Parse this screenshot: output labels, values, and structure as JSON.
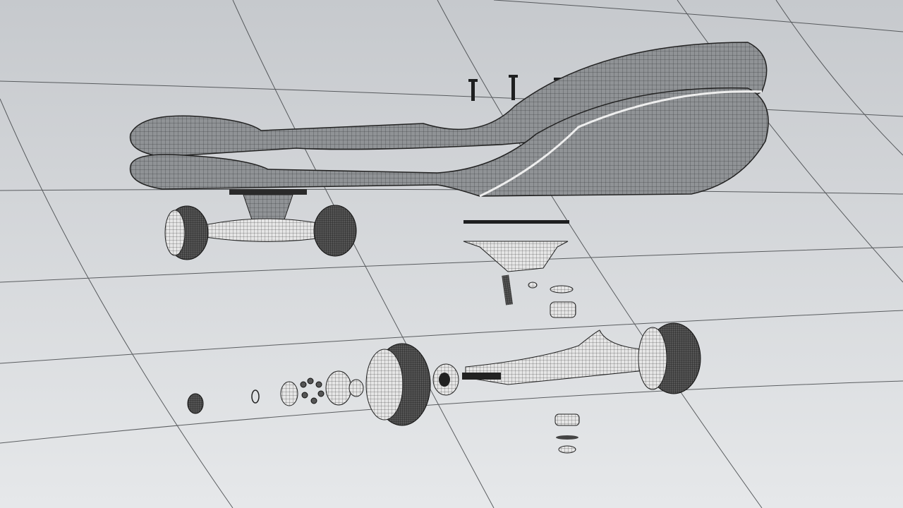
{
  "scene": {
    "colors": {
      "background_top": "#c9ccd0",
      "background_bottom": "#e4e6e8",
      "grid_line": "#3a3d40",
      "mesh_fill": "#8e9194",
      "mesh_light": "#e8e8e8",
      "mesh_dark": "#1e1f20"
    },
    "parts": [
      "deck-upper",
      "deck-lower",
      "assembled-truck",
      "wheel",
      "bearing",
      "baseplate",
      "hanger",
      "kingpin",
      "bushing",
      "axle-nut",
      "mounting-bolt"
    ]
  }
}
